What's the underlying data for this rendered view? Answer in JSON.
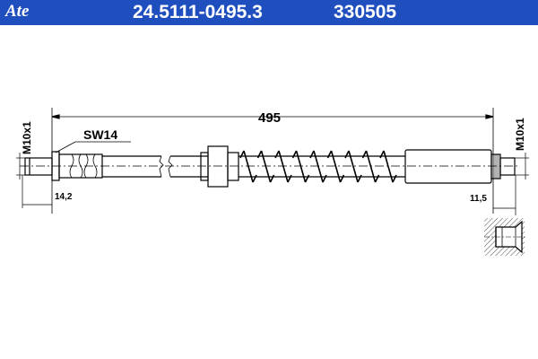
{
  "header": {
    "logo": "Ate",
    "part_number": "24.5111-0495.3",
    "ref_number": "330505",
    "color": "#1f4fbf"
  },
  "drawing": {
    "total_length": "495",
    "wrench_size": "SW14",
    "left_thread": "M10x1",
    "right_thread": "M10x1",
    "left_dim": "14,2",
    "right_dim": "11,5"
  }
}
